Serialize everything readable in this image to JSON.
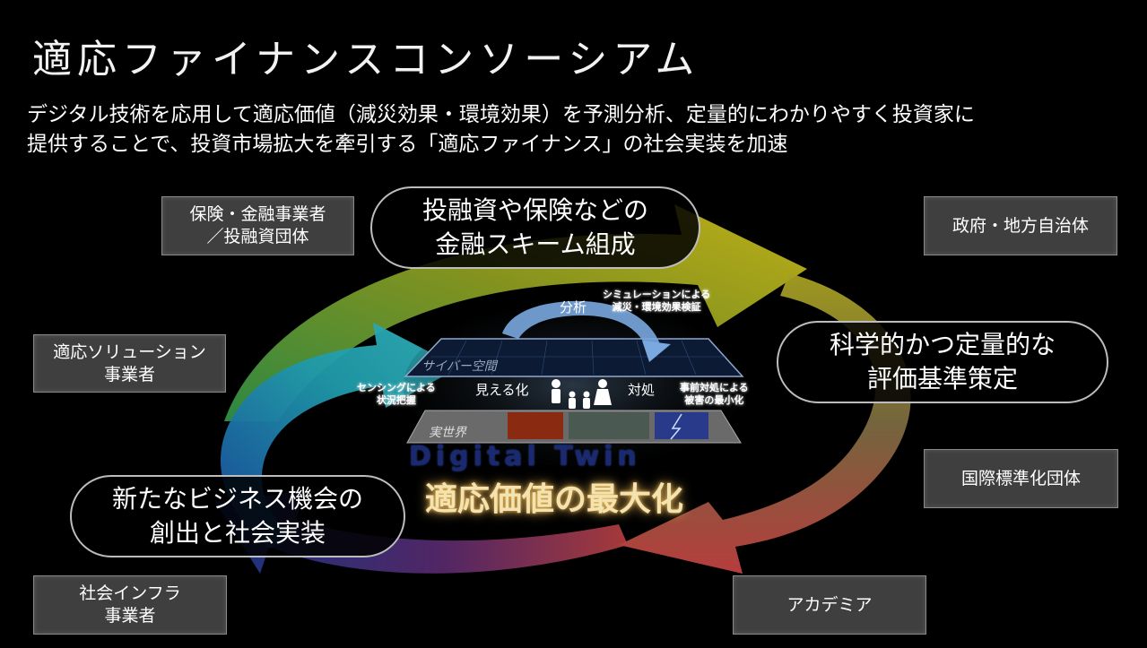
{
  "title": "適応ファイナンスコンソーシアム",
  "subtitle": {
    "line1": "デジタル技術を応用して適応価値（減災効果・環境効果）を予測分析、定量的にわかりやすく投資家に",
    "line2": "提供することで、投資市場拡大を牽引する「適応ファイナンス」の社会実装を加速"
  },
  "stakeholders": {
    "insurance_line1": "保険・金融事業者",
    "insurance_line2": "／投融資団体",
    "government": "政府・地方自治体",
    "solution_line1": "適応ソリューション",
    "solution_line2": "事業者",
    "standards": "国際標準化団体",
    "infra_line1": "社会インフラ",
    "infra_line2": "事業者",
    "academia": "アカデミア"
  },
  "cycle": {
    "top_line1": "投融資や保険などの",
    "top_line2": "金融スキーム組成",
    "right_line1": "科学的かつ定量的な",
    "right_line2": "評価基準策定",
    "left_line1": "新たなビジネス機会の",
    "left_line2": "創出と社会実装"
  },
  "twin": {
    "analysis": "分析",
    "simulation_line1": "シミュレーションによる",
    "simulation_line2": "減災・環境効果検証",
    "cyber": "サイバー空間",
    "sensing_line1": "センシングによる",
    "sensing_line2": "状況把握",
    "visualize": "見える化",
    "respond": "対処",
    "prevent_line1": "事前対処による",
    "prevent_line2": "被害の最小化",
    "real": "実世界",
    "digital_twin": "Digital Twin",
    "value": "適応価値の最大化"
  },
  "colors": {
    "arrow_yellow": "#b8b018",
    "arrow_green": "#3a9a3a",
    "arrow_teal": "#2a9aaa",
    "arrow_blue": "#2a3aa0",
    "arrow_red": "#b84040",
    "stake_bg": "#3f3f3f"
  }
}
